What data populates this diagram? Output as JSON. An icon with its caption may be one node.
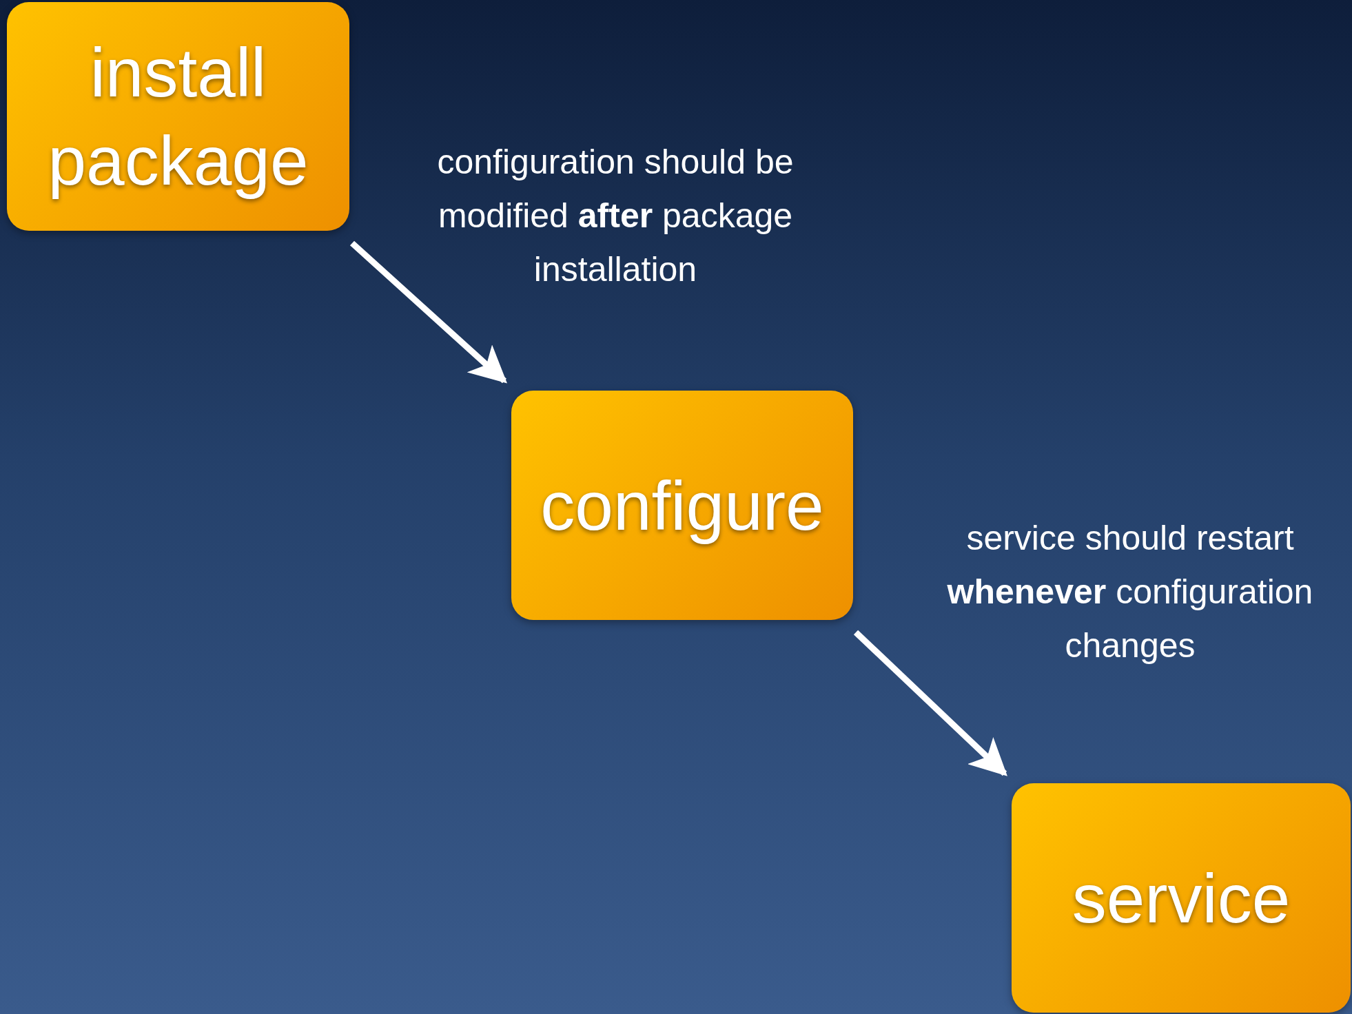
{
  "diagram": {
    "nodes": [
      {
        "text": [
          "install package"
        ]
      },
      {
        "text": [
          "configure"
        ]
      },
      {
        "text": [
          "service"
        ]
      }
    ],
    "edges": [
      {
        "from": 0,
        "to": 1,
        "arrow": "to",
        "label": "configuration should be modified **after** package installation"
      },
      {
        "from": 1,
        "to": 2,
        "arrow": "to",
        "label": "service should restart **whenever** configuration changes"
      }
    ]
  }
}
